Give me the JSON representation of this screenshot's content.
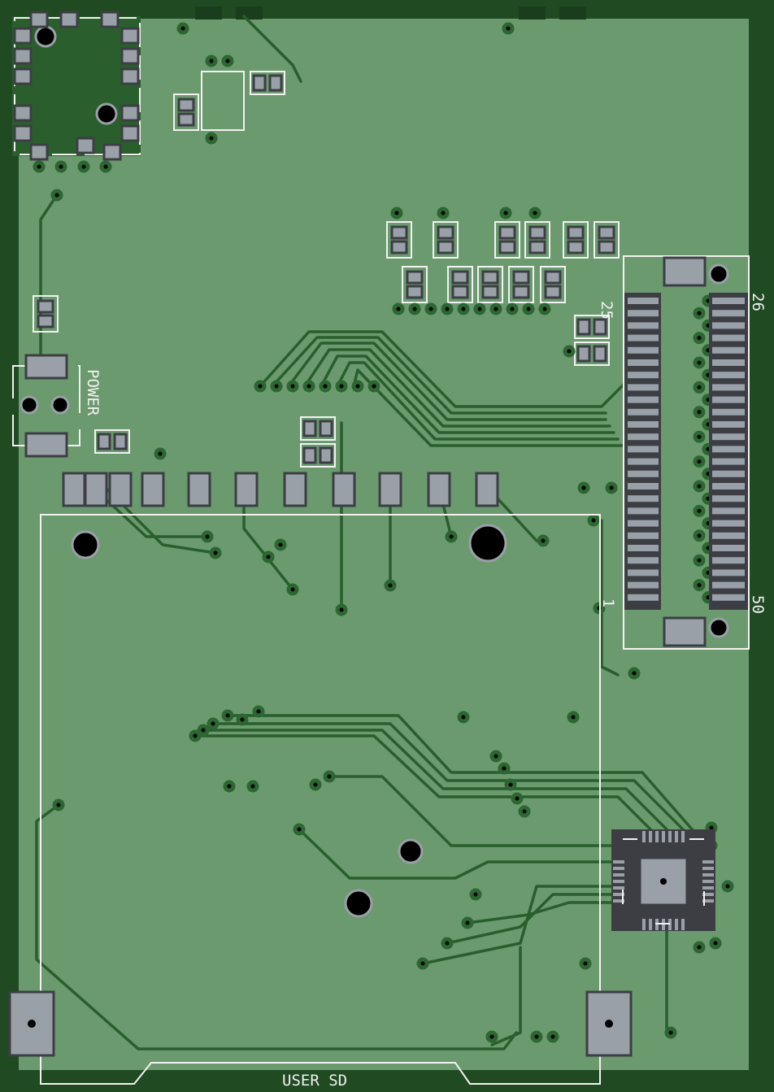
{
  "labels": {
    "power": "POWER",
    "user_sd": "USER SD",
    "pin_25": "25",
    "pin_26": "26",
    "pin_50": "50",
    "pin_1": "1"
  },
  "colors": {
    "board_edge": "#1f4a22",
    "copper_pour": "#6b9a6f",
    "trace": "#2a5e2c",
    "pad": "#9aa0a8",
    "silkscreen": "#f2f2f2"
  }
}
